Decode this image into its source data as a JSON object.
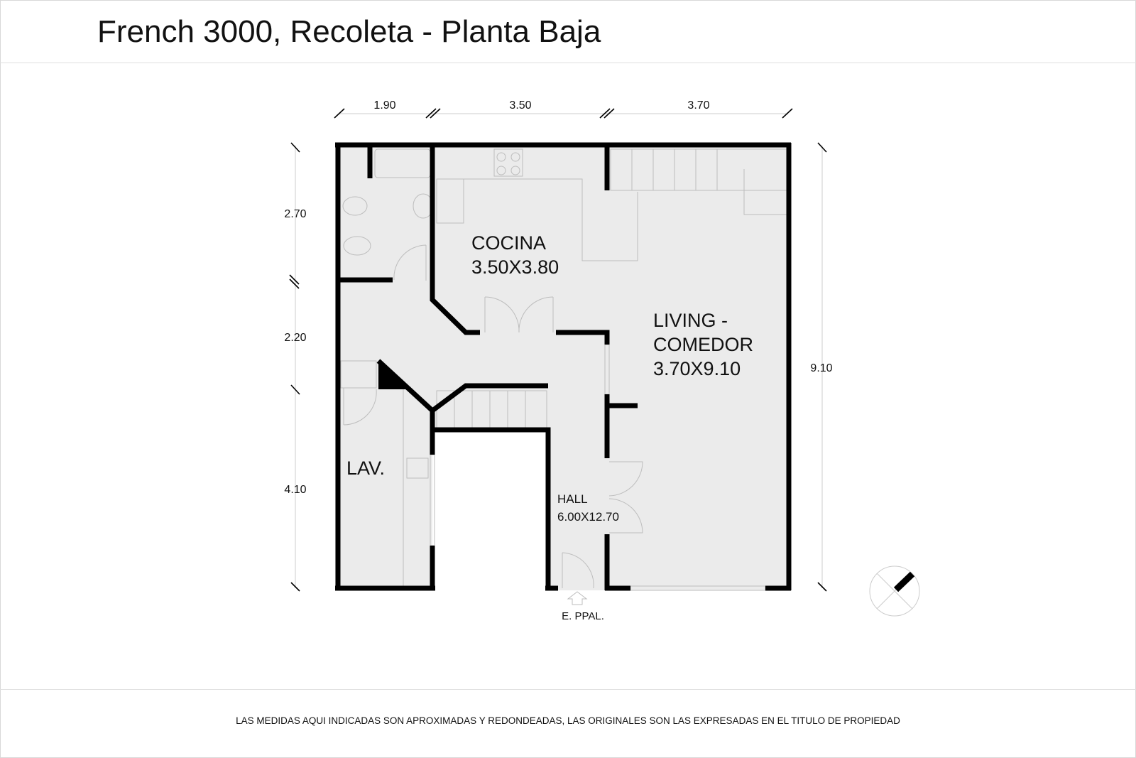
{
  "title": "French 3000, Recoleta - Planta Baja",
  "footer_note": "LAS MEDIDAS AQUI INDICADAS SON APROXIMADAS Y REDONDEADAS, LAS ORIGINALES SON LAS EXPRESADAS EN EL TITULO DE PROPIEDAD",
  "dimensions": {
    "top": [
      "1.90",
      "3.50",
      "3.70"
    ],
    "left": [
      "2.70",
      "2.20",
      "4.10"
    ],
    "right": "9.10"
  },
  "rooms": {
    "cocina": {
      "name": "COCINA",
      "size": "3.50X3.80"
    },
    "living": {
      "name1": "LIVING -",
      "name2": "COMEDOR",
      "size": "3.70X9.10"
    },
    "lav": {
      "name": "LAV."
    },
    "hall": {
      "name": "HALL",
      "size": "6.00X12.70"
    }
  },
  "entrance_label": "E. PPAL.",
  "colors": {
    "floor": "#ebebeb",
    "wall": "#000000",
    "fixture": "#bdbdbd"
  }
}
